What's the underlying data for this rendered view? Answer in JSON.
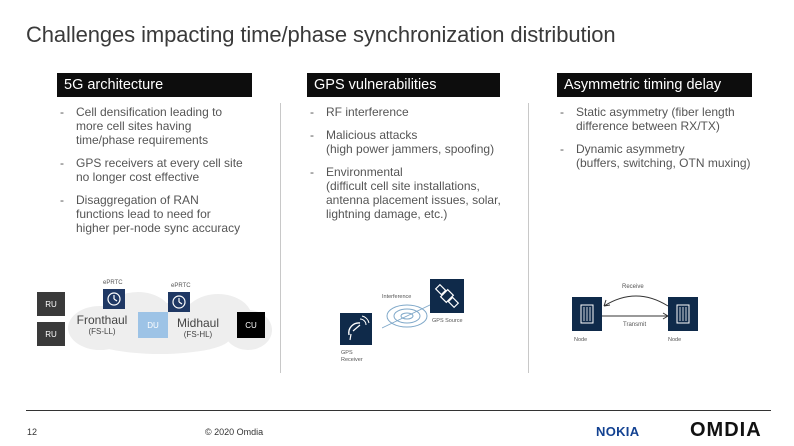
{
  "slide": {
    "title": "Challenges impacting time/phase synchronization distribution",
    "page_number": "12",
    "copyright": "© 2020 Omdia",
    "logo_nokia": "NOKIA",
    "logo_omdia": "OMDIA"
  },
  "columns": [
    {
      "heading": "5G architecture",
      "bullets": [
        {
          "lines": [
            "Cell densification leading to",
            "more cell sites having",
            "time/phase requirements"
          ]
        },
        {
          "lines": [
            "GPS receivers at every cell site",
            "no longer cost effective"
          ]
        },
        {
          "lines": [
            "Disaggregation of RAN",
            "functions lead to need for",
            "higher per-node sync accuracy"
          ]
        }
      ]
    },
    {
      "heading": "GPS vulnerabilities",
      "bullets": [
        {
          "lines": [
            "RF interference"
          ]
        },
        {
          "lines": [
            "Malicious attacks",
            "(high power jammers, spoofing)"
          ]
        },
        {
          "lines": [
            "Environmental",
            "(difficult cell site installations,",
            "antenna placement issues, solar,",
            "lightning damage, etc.)"
          ]
        }
      ]
    },
    {
      "heading": "Asymmetric timing delay",
      "bullets": [
        {
          "lines": [
            "Static asymmetry (fiber length",
            "difference between RX/TX)"
          ]
        },
        {
          "lines": [
            "Dynamic asymmetry",
            "(buffers, switching, OTN muxing)"
          ]
        }
      ]
    }
  ],
  "diagram_5g": {
    "ru_top": "RU",
    "ru_bottom": "RU",
    "eprtc_1": "ePRTC",
    "eprtc_2": "ePRTC",
    "fronthaul": "Fronthaul",
    "fronthaul_sub": "(FS-LL)",
    "du": "DU",
    "midhaul": "Midhaul",
    "midhaul_sub": "(FS-HL)",
    "cu": "CU",
    "colors": {
      "dark_box": "#3a3a3a",
      "du_box": "#9dc3e6",
      "eprtc_box": "#1f3864",
      "cu_box": "#000000"
    }
  },
  "diagram_gps": {
    "interference": "Interference",
    "gps_source": "GPS Source",
    "gps_receiver_1": "GPS",
    "gps_receiver_2": "Receiver",
    "colors": {
      "icon_bg": "#0f2a4a"
    }
  },
  "diagram_asym": {
    "receive": "Receive",
    "transmit": "Transmit",
    "node_left": "Node",
    "node_right": "Node",
    "colors": {
      "node_bg": "#0f2a4a"
    }
  }
}
